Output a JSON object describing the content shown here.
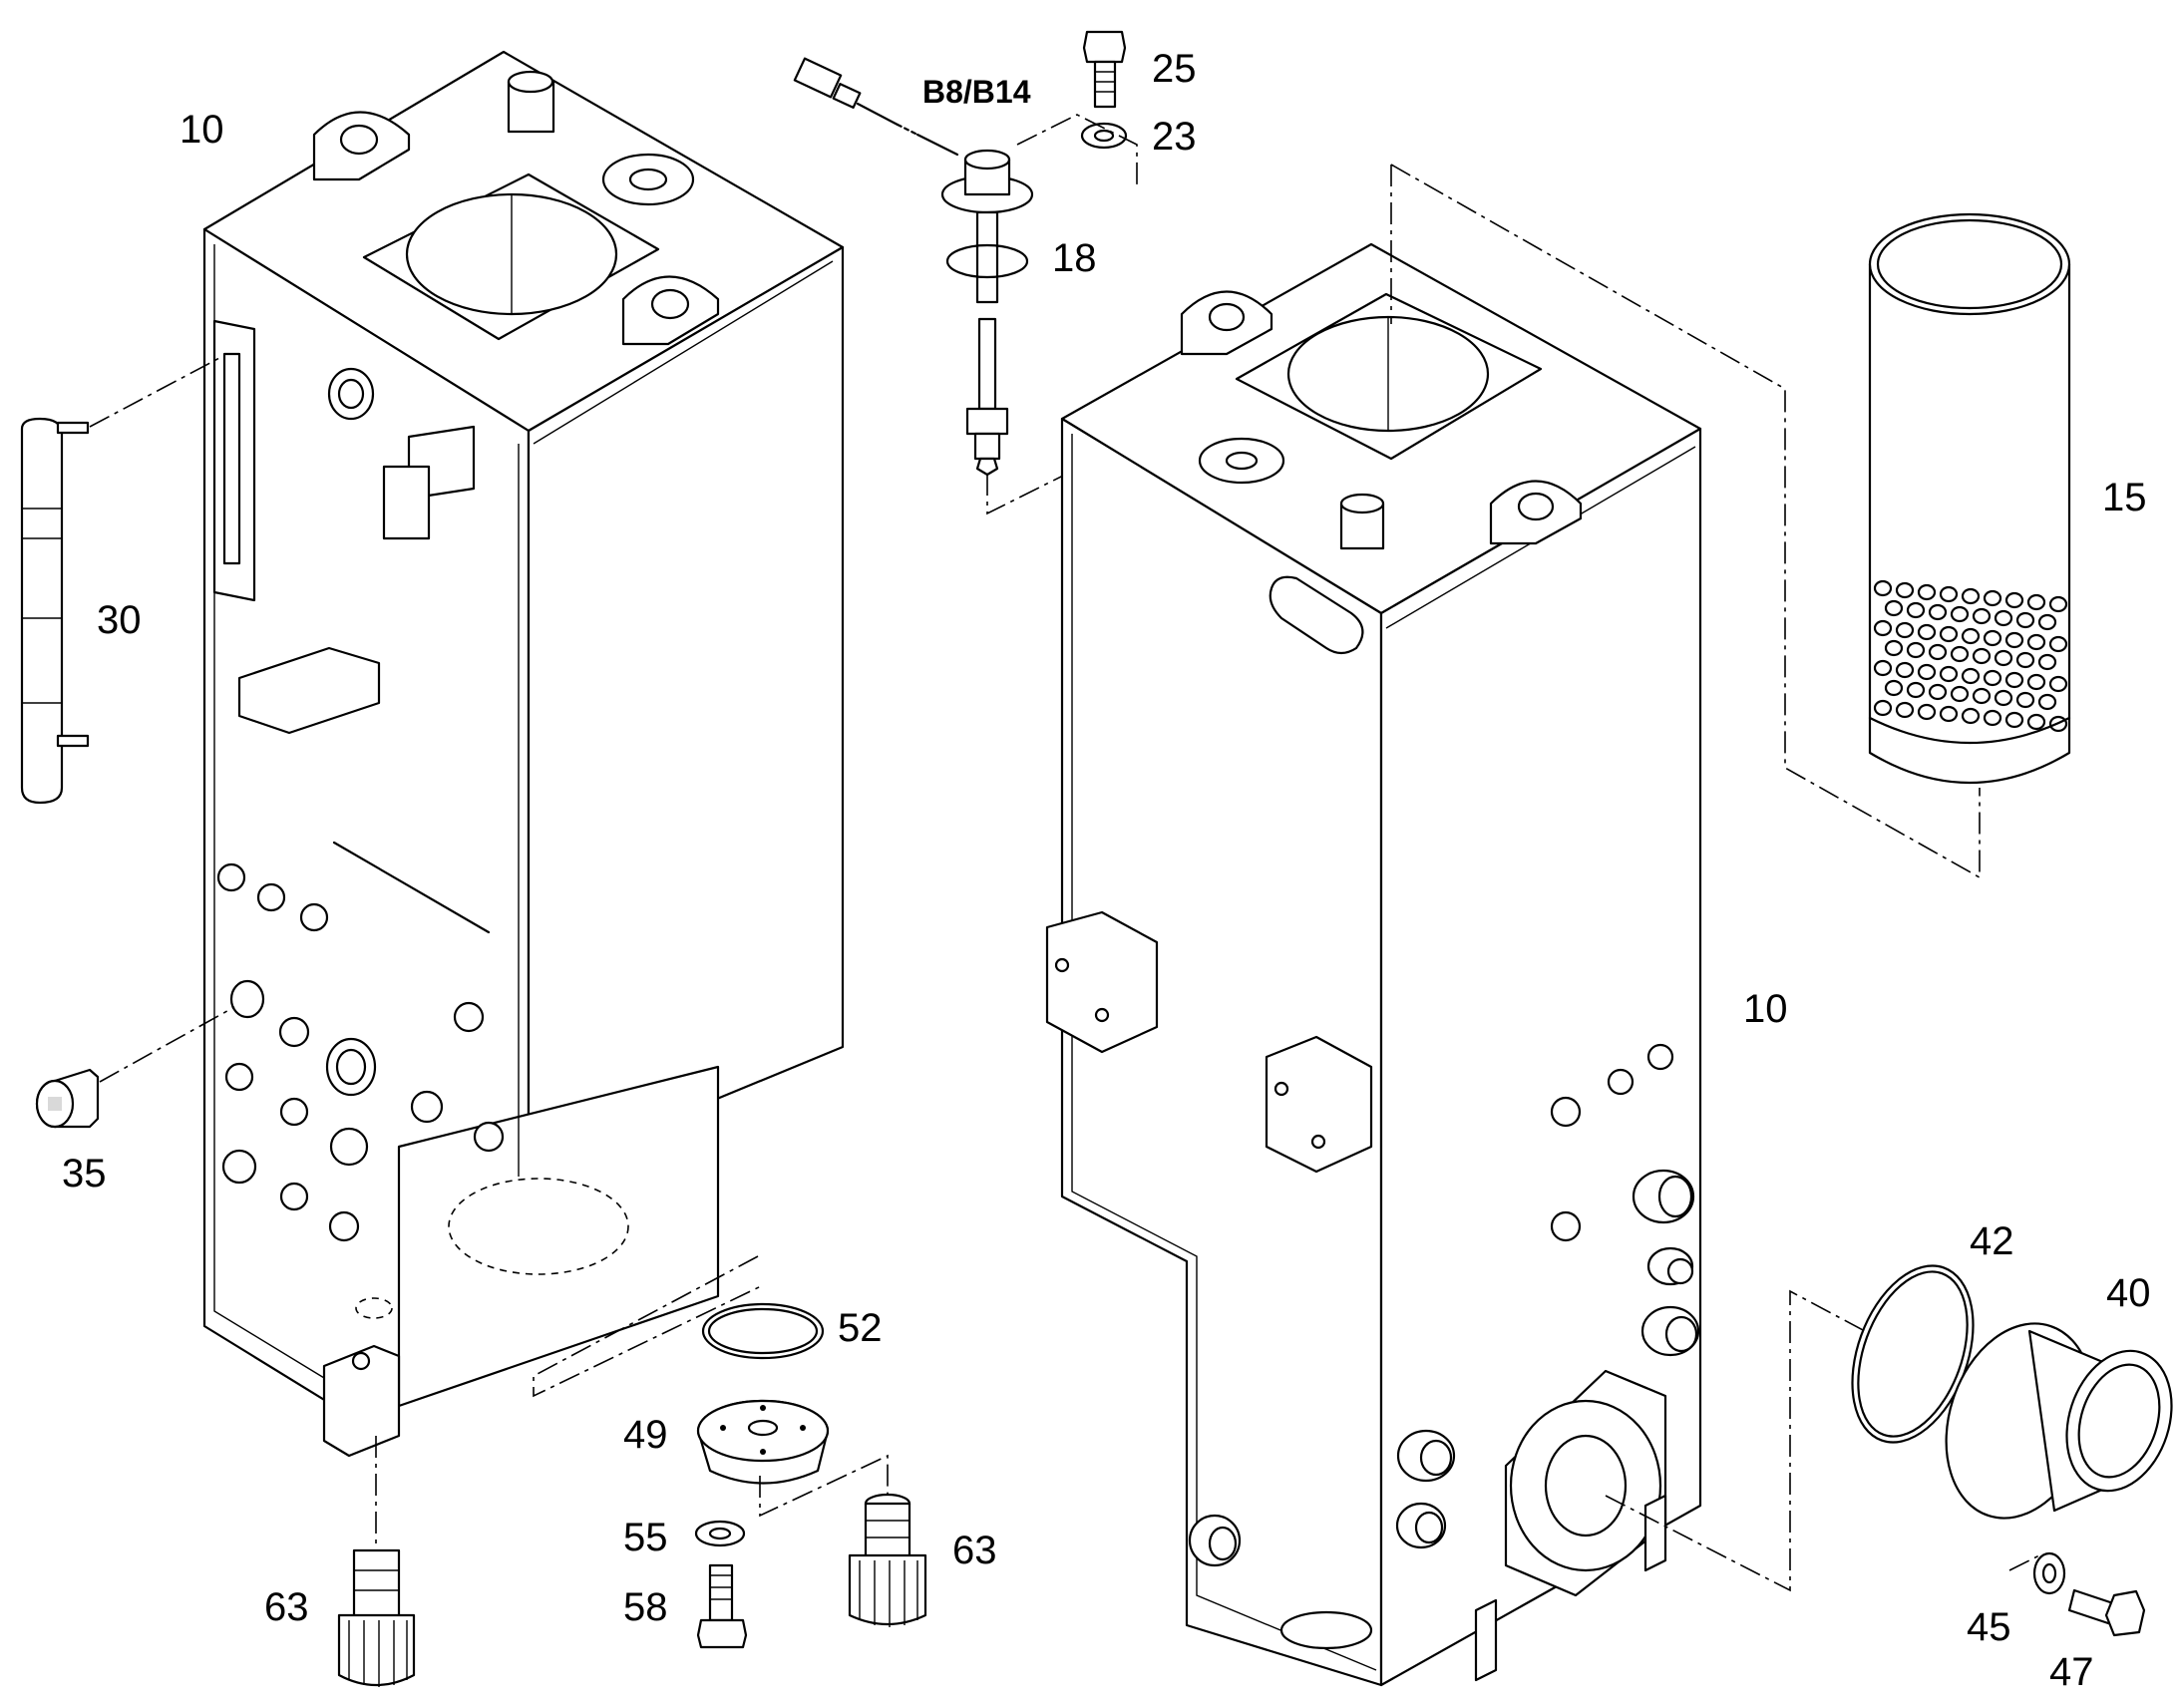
{
  "callouts": {
    "c10_left": "10",
    "c10_right": "10",
    "c15": "15",
    "c18": "18",
    "c23": "23",
    "c25": "25",
    "c30": "30",
    "c35": "35",
    "c40": "40",
    "c42": "42",
    "c45": "45",
    "c47": "47",
    "c49": "49",
    "c52": "52",
    "c55": "55",
    "c58": "58",
    "c63_left": "63",
    "c63_mid": "63",
    "sensor_code": "B8/B14"
  }
}
